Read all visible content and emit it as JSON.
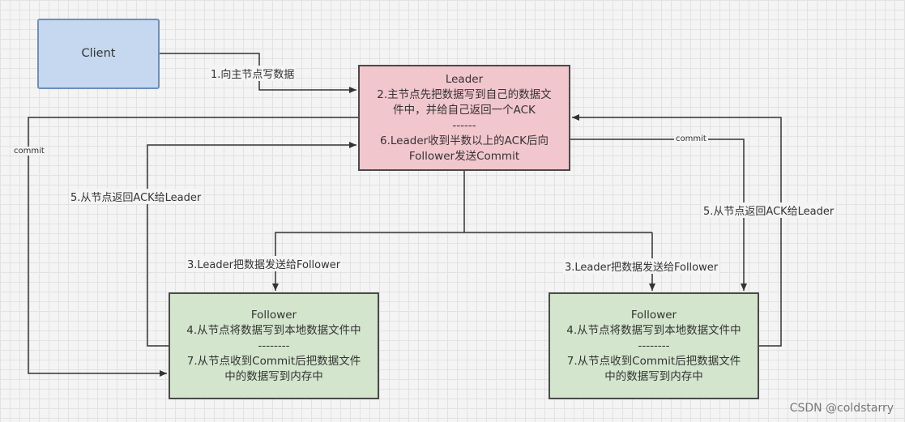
{
  "nodes": {
    "client": {
      "label": "Client"
    },
    "leader": {
      "title": "Leader",
      "line1": "2.主节点先把数据写到自己的数据文",
      "line2": "件中，并给自己返回一个ACK",
      "separator": "------",
      "line3": "6.Leader收到半数以上的ACK后向",
      "line4": "Follower发送Commit"
    },
    "follower_left": {
      "title": "Follower",
      "line1": "4.从节点将数据写到本地数据文件中",
      "separator": "--------",
      "line2": "7.从节点收到Commit后把数据文件",
      "line3": "中的数据写到内存中"
    },
    "follower_right": {
      "title": "Follower",
      "line1": "4.从节点将数据写到本地数据文件中",
      "separator": "--------",
      "line2": "7.从节点收到Commit后把数据文件",
      "line3": "中的数据写到内存中"
    }
  },
  "edges": {
    "client_to_leader": "1.向主节点写数据",
    "ack_left": "5.从节点返回ACK给Leader",
    "ack_right": "5.从节点返回ACK给Leader",
    "send_left": "3.Leader把数据发送给Follower",
    "send_right": "3.Leader把数据发送给Follower",
    "commit_left": "commit",
    "commit_right": "commit"
  },
  "watermark": "CSDN @coldstarry",
  "colors": {
    "client_fill": "#c5d8ef",
    "leader_fill": "#f2c6cd",
    "follower_fill": "#d3e6cd",
    "line": "#333333"
  }
}
